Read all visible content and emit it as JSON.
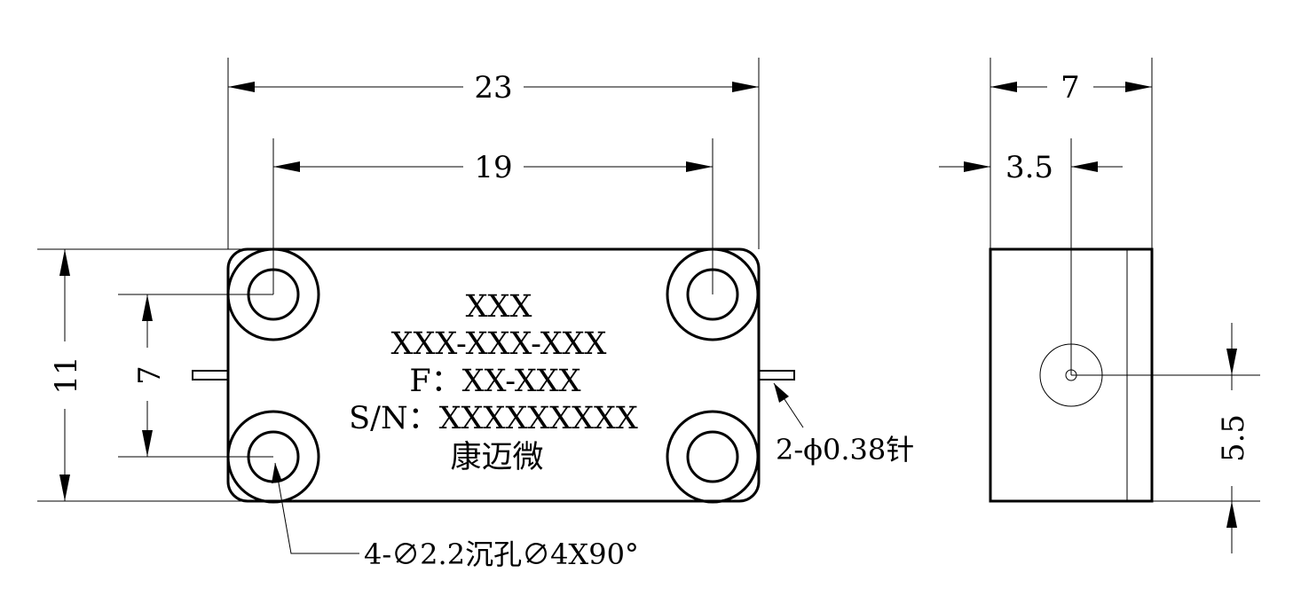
{
  "front_view": {
    "dim_overall_width": "23",
    "dim_hole_spacing_x": "19",
    "dim_overall_height": "11",
    "dim_hole_spacing_y": "7",
    "label_lines": [
      "XXX",
      "XXX-XXX-XXX",
      "F：XX-XXX",
      "S/N：XXXXXXXXX",
      "康迈微"
    ],
    "note_pins": "2-ϕ0.38针",
    "note_holes": "4-∅2.2沉孔∅4X90°"
  },
  "side_view": {
    "dim_thickness": "7",
    "dim_pin_offset_x": "3.5",
    "dim_pin_height": "5.5"
  }
}
